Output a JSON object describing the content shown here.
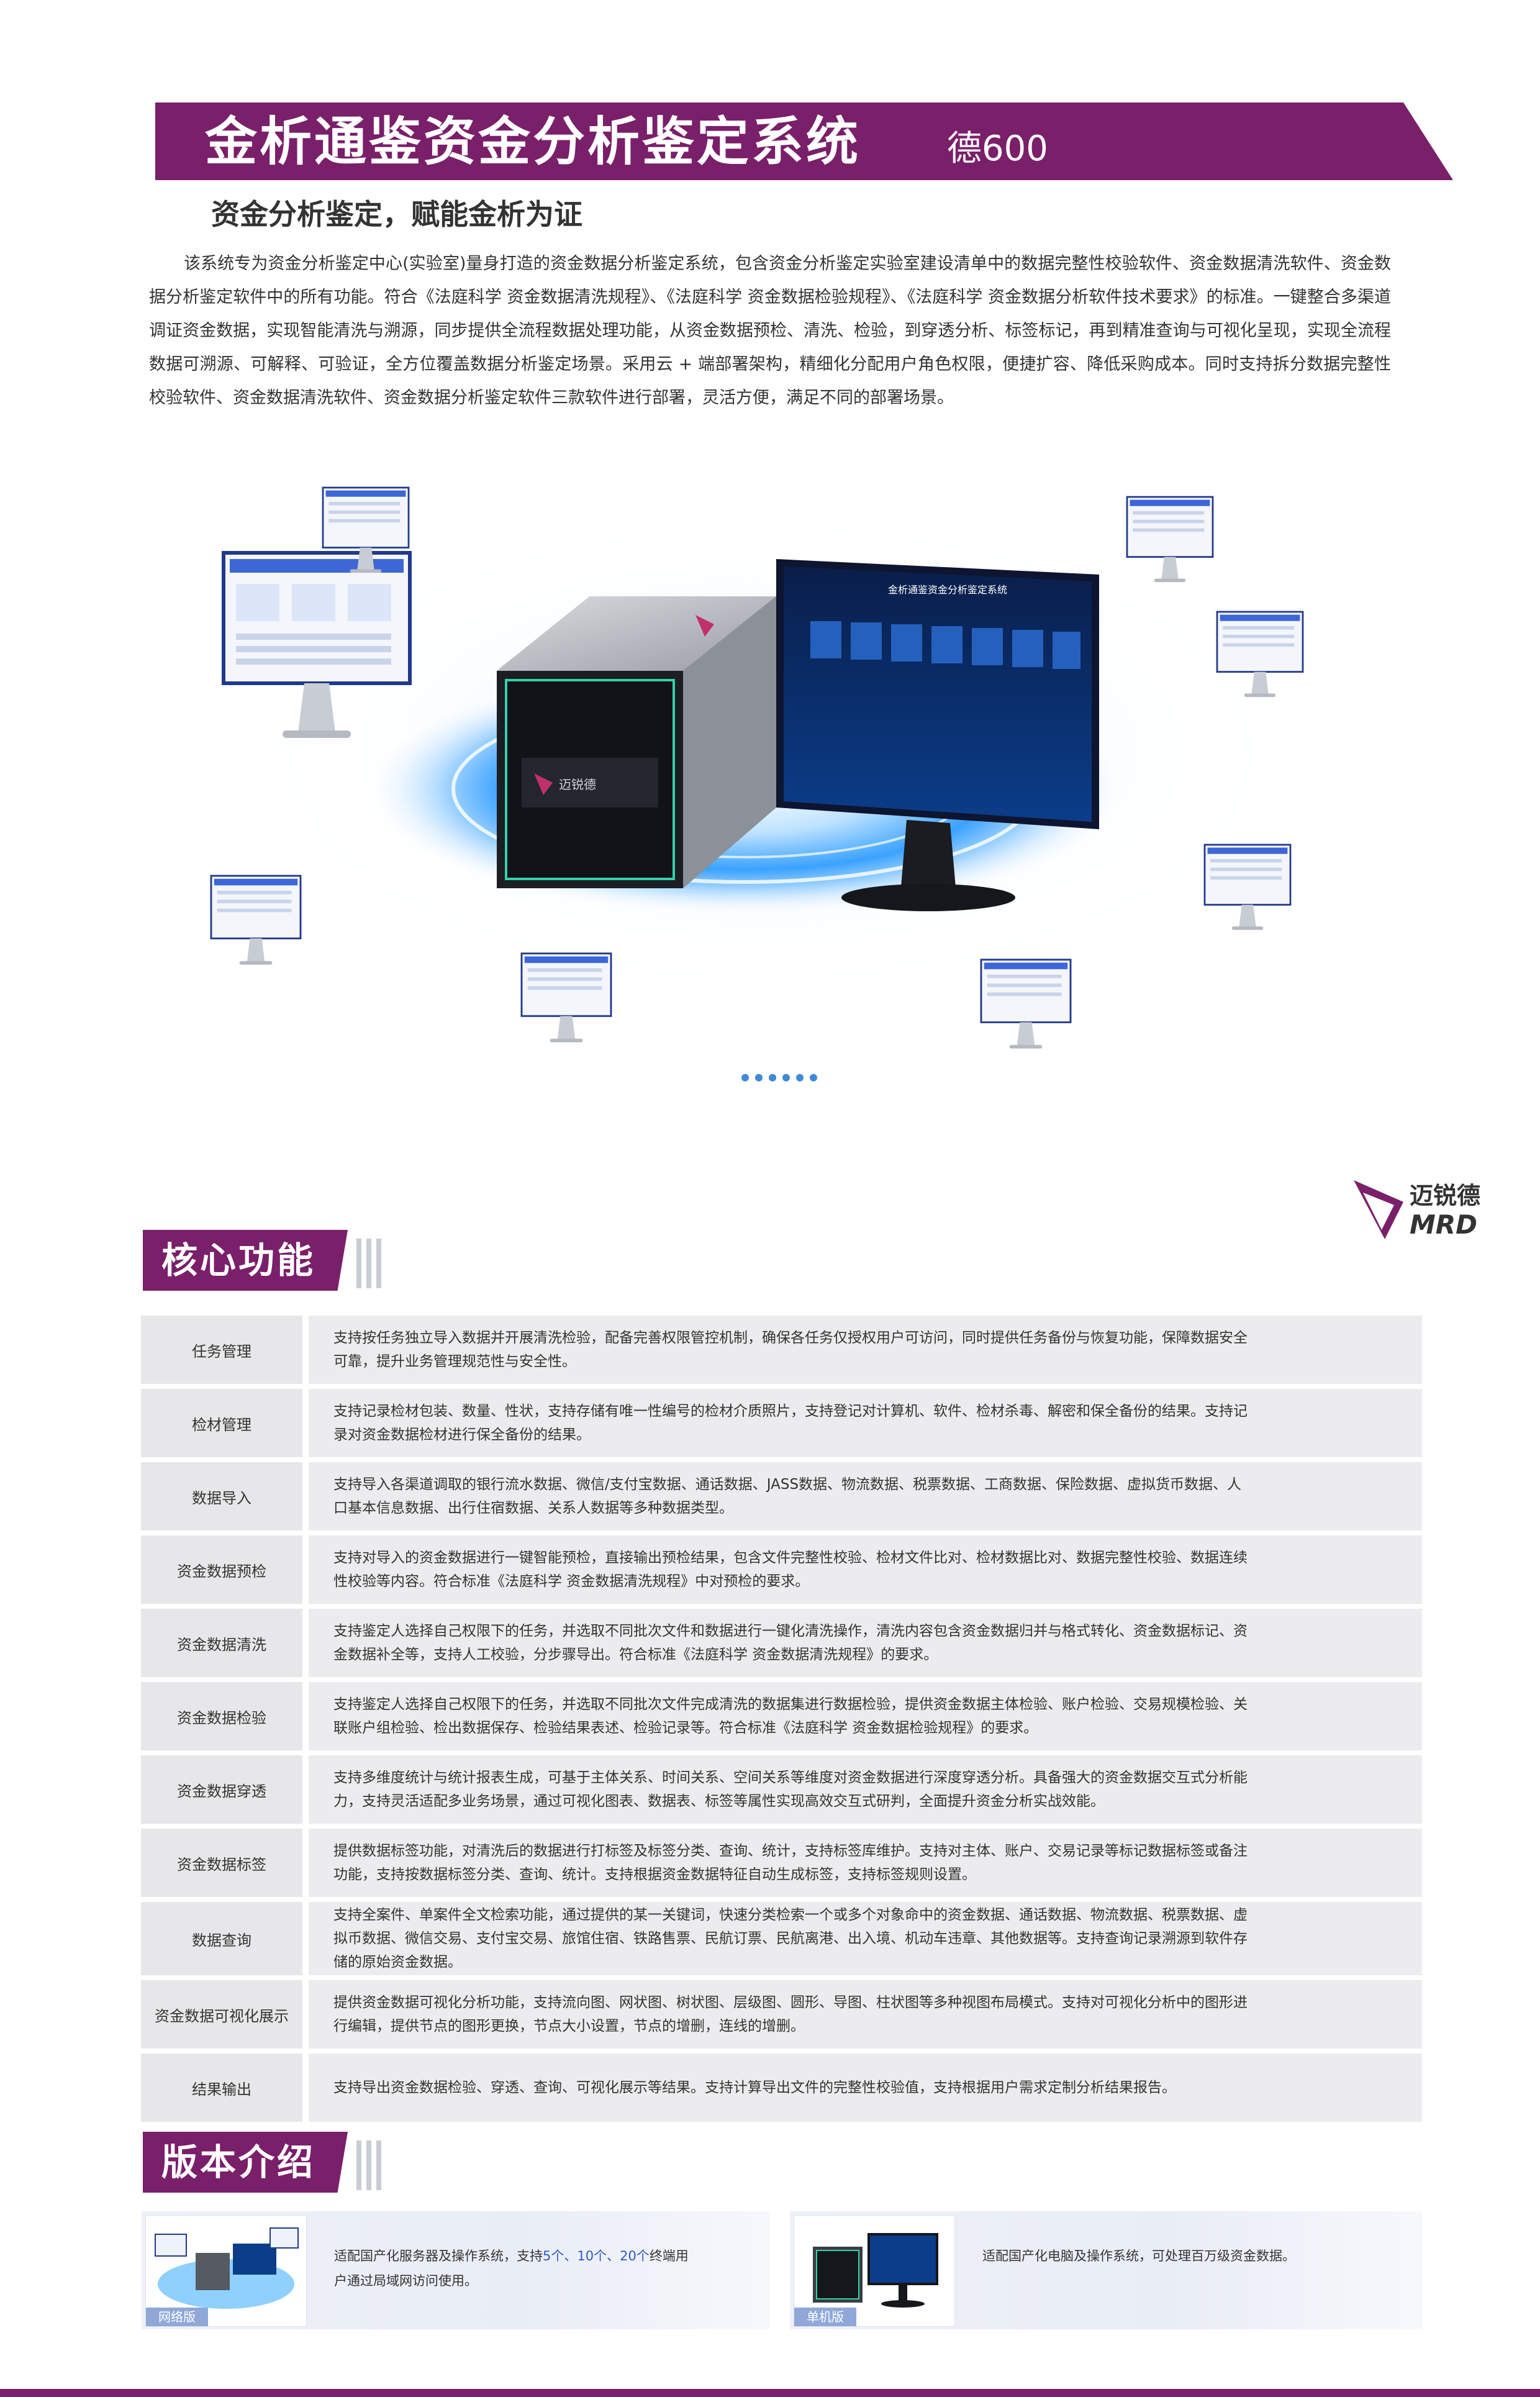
{
  "title": {
    "main": "金析通鉴资金分析鉴定系统",
    "model": "德600"
  },
  "subtitle": "资金分析鉴定，赋能金析为证",
  "intro": "该系统专为资金分析鉴定中心(实验室)量身打造的资金数据分析鉴定系统，包含资金分析鉴定实验室建设清单中的数据完整性校验软件、资金数据清洗软件、资金数据分析鉴定软件中的所有功能。符合《法庭科学 资金数据清洗规程》、《法庭科学 资金数据检验规程》、《法庭科学 资金数据分析软件技术要求》的标准。一键整合多渠道调证资金数据，实现智能清洗与溯源，同步提供全流程数据处理功能，从资金数据预检、清洗、检验，到穿透分析、标签标记，再到精准查询与可视化呈现，实现全流程数据可溯源、可解释、可验证，全方位覆盖数据分析鉴定场景。采用云 + 端部署架构，精细化分配用户角色权限，便捷扩容、降低采购成本。同时支持拆分数据完整性校验软件、资金数据清洗软件、资金数据分析鉴定软件三款软件进行部署，灵活方便，满足不同的部署场景。",
  "hero": {
    "screen_title": "金析通鉴资金分析鉴定系统",
    "box_brand": "迈锐德"
  },
  "logo": {
    "cn": "迈锐德",
    "en": "MRD"
  },
  "features_title": "核心功能",
  "features": [
    {
      "name": "任务管理",
      "desc": [
        "支持按任务独立导入数据并开展清洗检验，配备完善权限管控机制，确保各任务仅授权用户可访问，同时提供任务备份与恢复功能，保障数据安全",
        "可靠，提升业务管理规范性与安全性。"
      ]
    },
    {
      "name": "检材管理",
      "desc": [
        "支持记录检材包装、数量、性状，支持存储有唯一性编号的检材介质照片，支持登记对计算机、软件、检材杀毒、解密和保全备份的结果。支持记",
        "录对资金数据检材进行保全备份的结果。"
      ]
    },
    {
      "name": "数据导入",
      "desc": [
        "支持导入各渠道调取的银行流水数据、微信/支付宝数据、通话数据、JASS数据、物流数据、税票数据、工商数据、保险数据、虚拟货币数据、人",
        "口基本信息数据、出行住宿数据、关系人数据等多种数据类型。"
      ]
    },
    {
      "name": "资金数据预检",
      "desc": [
        "支持对导入的资金数据进行一键智能预检，直接输出预检结果，包含文件完整性校验、检材文件比对、检材数据比对、数据完整性校验、数据连续",
        "性校验等内容。符合标准《法庭科学 资金数据清洗规程》中对预检的要求。"
      ]
    },
    {
      "name": "资金数据清洗",
      "desc": [
        "支持鉴定人选择自己权限下的任务，并选取不同批次文件和数据进行一键化清洗操作，清洗内容包含资金数据归并与格式转化、资金数据标记、资",
        "金数据补全等，支持人工校验，分步骤导出。符合标准《法庭科学 资金数据清洗规程》的要求。"
      ]
    },
    {
      "name": "资金数据检验",
      "desc": [
        "支持鉴定人选择自己权限下的任务，并选取不同批次文件完成清洗的数据集进行数据检验，提供资金数据主体检验、账户检验、交易规模检验、关",
        "联账户组检验、检出数据保存、检验结果表述、检验记录等。符合标准《法庭科学 资金数据检验规程》的要求。"
      ]
    },
    {
      "name": "资金数据穿透",
      "desc": [
        "支持多维度统计与统计报表生成，可基于主体关系、时间关系、空间关系等维度对资金数据进行深度穿透分析。具备强大的资金数据交互式分析能",
        "力，支持灵活适配多业务场景，通过可视化图表、数据表、标签等属性实现高效交互式研判，全面提升资金分析实战效能。"
      ]
    },
    {
      "name": "资金数据标签",
      "desc": [
        "提供数据标签功能，对清洗后的数据进行打标签及标签分类、查询、统计，支持标签库维护。支持对主体、账户、交易记录等标记数据标签或备注",
        "功能，支持按数据标签分类、查询、统计。支持根据资金数据特征自动生成标签，支持标签规则设置。"
      ]
    },
    {
      "name": "数据查询",
      "desc": [
        "支持全案件、单案件全文检索功能，通过提供的某一关键词，快速分类检索一个或多个对象命中的资金数据、通话数据、物流数据、税票数据、虚",
        "拟币数据、微信交易、支付宝交易、旅馆住宿、铁路售票、民航订票、民航离港、出入境、机动车违章、其他数据等。支持查询记录溯源到软件存",
        "储的原始资金数据。"
      ]
    },
    {
      "name": "资金数据可视化展示",
      "desc": [
        "提供资金数据可视化分析功能，支持流向图、网状图、树状图、层级图、圆形、导图、柱状图等多种视图布局模式。支持对可视化分析中的图形进",
        "行编辑，提供节点的图形更换，节点大小设置，节点的增删，连线的增删。"
      ]
    },
    {
      "name": "结果输出",
      "desc": [
        "支持导出资金数据检验、穿透、查询、可视化展示等结果。支持计算导出文件的完整性校验值，支持根据用户需求定制分析结果报告。"
      ]
    }
  ],
  "versions_title": "版本介绍",
  "versions": [
    {
      "label": "网络版",
      "desc_pre": "适配国产化服务器及操作系统，支持",
      "desc_hl": "5个、10个、20个",
      "desc_post": "终端用",
      "desc_line2": "户通过局域网访问使用。"
    },
    {
      "label": "单机版",
      "desc": "适配国产化电脑及操作系统，可处理百万级资金数据。"
    }
  ],
  "colors": {
    "brand": "#7a1f6a",
    "highlight": "#2f59c9",
    "hero_glow": "#3aa2ff"
  }
}
